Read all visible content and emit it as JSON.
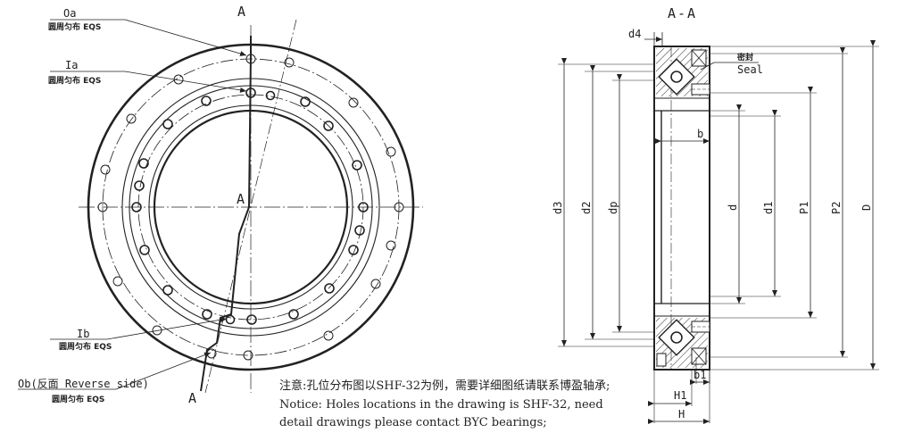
{
  "left_view": {
    "section_marker_top": "A",
    "section_marker_center": "A",
    "section_marker_bottom": "A",
    "callouts": [
      {
        "code": "Oa",
        "desc": "圆周匀布 EQS"
      },
      {
        "code": "Ia",
        "desc": "圆周匀布 EQS"
      },
      {
        "code": "Ib",
        "desc": "圆周匀布 EQS"
      },
      {
        "code": "Ob(反面 Reverse side)",
        "desc": "圆周匀布 EQS"
      }
    ]
  },
  "section_view": {
    "title": "A-A",
    "seal_cn": "密封",
    "seal_en": "Seal",
    "dims": {
      "d4": "d4",
      "b": "b",
      "b1": "b1",
      "H1": "H1",
      "H": "H",
      "d3": "d3",
      "d2": "d2",
      "dp": "dp",
      "d": "d",
      "d1": "d1",
      "P1": "P1",
      "P2": "P2",
      "D": "D"
    }
  },
  "notes": [
    "注意:孔位分布图以SHF-32为例，需要详细图纸请联系博盈轴承;",
    "Notice: Holes locations in the drawing is SHF-32, need",
    "detail drawings please contact BYC bearings;"
  ]
}
